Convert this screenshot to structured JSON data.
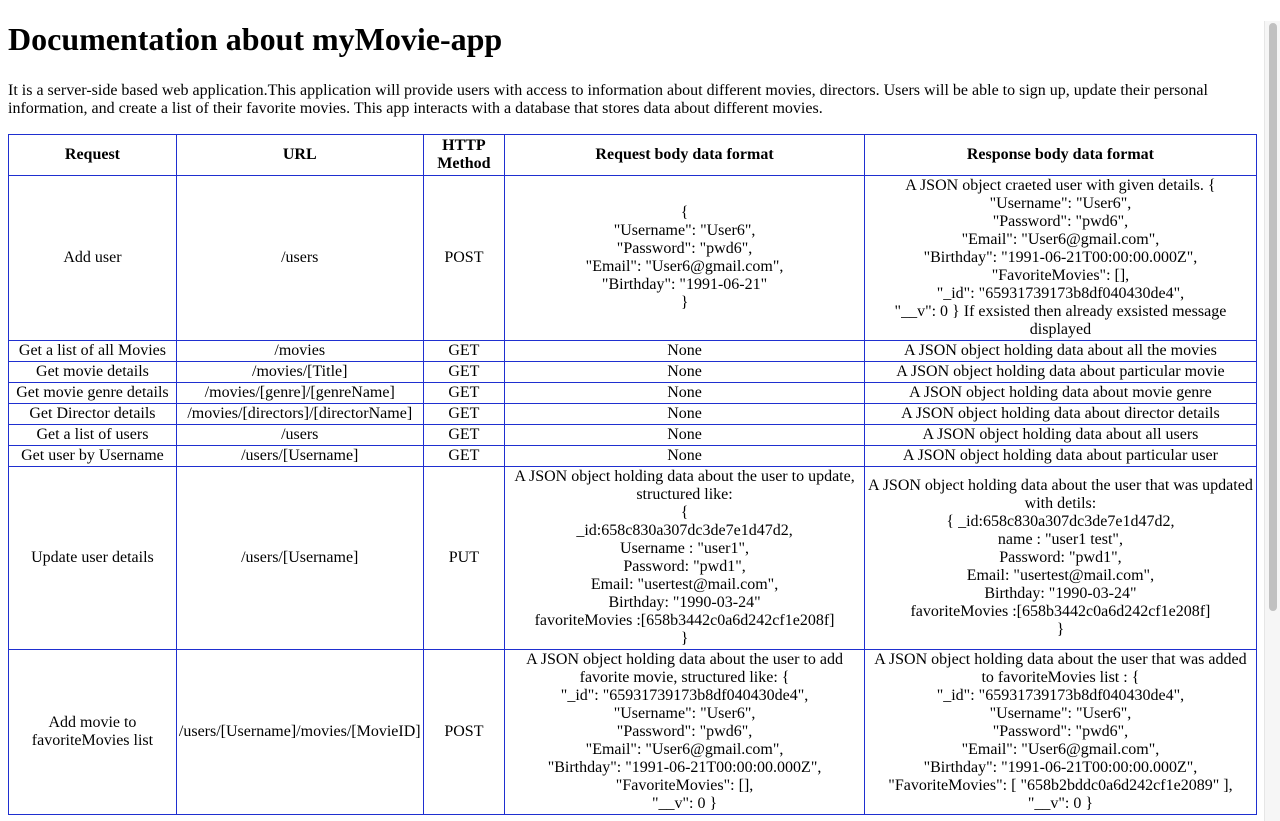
{
  "doc": {
    "title": "Documentation about myMovie-app",
    "intro": "It is a server-side based web application.This application will provide users with access to information about different movies, directors. Users will be able to sign up, update their personal information, and create a list of their favorite movies. This app interacts with a database that stores data about different movies."
  },
  "table": {
    "headers": {
      "request": "Request",
      "url": "URL",
      "method": "HTTP Method",
      "request_body": "Request body data format",
      "response_body": "Response body data format"
    },
    "rows": [
      {
        "request": "Add user",
        "url": "/users",
        "method": "POST",
        "request_body": "{\n\"Username\": \"User6\",\n\"Password\": \"pwd6\",\n\"Email\": \"User6@gmail.com\",\n\"Birthday\": \"1991-06-21\"\n}",
        "response_body": "A JSON object craeted user with given details. {\n\"Username\": \"User6\",\n\"Password\": \"pwd6\",\n\"Email\": \"User6@gmail.com\",\n\"Birthday\": \"1991-06-21T00:00:00.000Z\",\n\"FavoriteMovies\": [],\n\"_id\": \"65931739173b8df040430de4\",\n\"__v\": 0 } If exsisted then already exsisted message displayed"
      },
      {
        "request": "Get a list of all Movies",
        "url": "/movies",
        "method": "GET",
        "request_body": "None",
        "response_body": "A JSON object holding data about all the movies"
      },
      {
        "request": "Get movie details",
        "url": "/movies/[Title]",
        "method": "GET",
        "request_body": "None",
        "response_body": "A JSON object holding data about particular movie"
      },
      {
        "request": "Get movie genre details",
        "url": "/movies/[genre]/[genreName]",
        "method": "GET",
        "request_body": "None",
        "response_body": "A JSON object holding data about movie genre"
      },
      {
        "request": "Get Director details",
        "url": "/movies/[directors]/[directorName]",
        "method": "GET",
        "request_body": "None",
        "response_body": "A JSON object holding data about director details"
      },
      {
        "request": "Get a list of users",
        "url": "/users",
        "method": "GET",
        "request_body": "None",
        "response_body": "A JSON object holding data about all users"
      },
      {
        "request": "Get user by Username",
        "url": "/users/[Username]",
        "method": "GET",
        "request_body": "None",
        "response_body": "A JSON object holding data about particular user"
      },
      {
        "request": "Update user details",
        "url": "/users/[Username]",
        "method": "PUT",
        "request_body": "A JSON object holding data about the user to update, structured like:\n{\n_id:658c830a307dc3de7e1d47d2,\nUsername : \"user1\",\nPassword: \"pwd1\",\nEmail: \"usertest@mail.com\",\nBirthday: \"1990-03-24\"\nfavoriteMovies :[658b3442c0a6d242cf1e208f]\n}",
        "response_body": "A JSON object holding data about the user that was updated with detils:\n{ _id:658c830a307dc3de7e1d47d2,\nname : \"user1 test\",\nPassword: \"pwd1\",\nEmail: \"usertest@mail.com\",\nBirthday: \"1990-03-24\"\nfavoriteMovies :[658b3442c0a6d242cf1e208f]\n}"
      },
      {
        "request": "Add movie to favoriteMovies list",
        "url": "/users/[Username]/movies/[MovieID]",
        "method": "POST",
        "request_body": "A JSON object holding data about the user to add favorite movie, structured like: {\n\"_id\": \"65931739173b8df040430de4\",\n\"Username\": \"User6\",\n\"Password\": \"pwd6\",\n\"Email\": \"User6@gmail.com\",\n\"Birthday\": \"1991-06-21T00:00:00.000Z\",\n\"FavoriteMovies\": [],\n\"__v\": 0 }",
        "response_body": "A JSON object holding data about the user that was added to favoriteMovies list : {\n\"_id\": \"65931739173b8df040430de4\",\n\"Username\": \"User6\",\n\"Password\": \"pwd6\",\n\"Email\": \"User6@gmail.com\",\n\"Birthday\": \"1991-06-21T00:00:00.000Z\",\n\"FavoriteMovies\": [ \"658b2bddc0a6d242cf1e2089\" ],\n\"__v\": 0 }"
      }
    ]
  }
}
